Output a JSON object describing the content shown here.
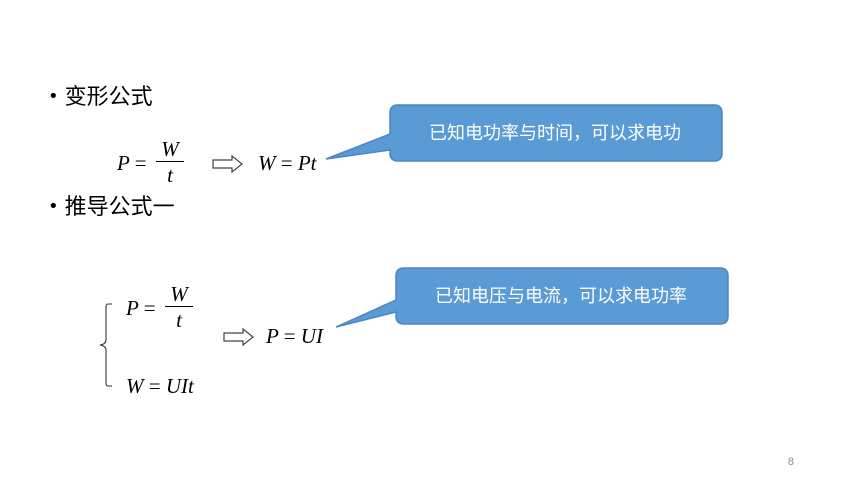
{
  "bullets": {
    "variant": "变形公式",
    "derive": "推导公式一"
  },
  "formula1": {
    "lhs": "P",
    "eq": "=",
    "num": "W",
    "den": "t",
    "result_lhs": "W",
    "result_eq": "=",
    "result_rhs": "Pt"
  },
  "formula2": {
    "line1_lhs": "P",
    "line1_eq": "=",
    "line1_num": "W",
    "line1_den": "t",
    "line2_lhs": "W",
    "line2_eq": "=",
    "line2_rhs": "UIt",
    "result_lhs": "P",
    "result_eq": "=",
    "result_rhs": "UI"
  },
  "callouts": {
    "first": "已知电功率与时间，可以求电功",
    "second": "已知电压与电流，可以求电功率"
  },
  "colors": {
    "callout_fill": "#5b9bd5",
    "callout_stroke": "#4a86c0"
  },
  "page_number": "8"
}
